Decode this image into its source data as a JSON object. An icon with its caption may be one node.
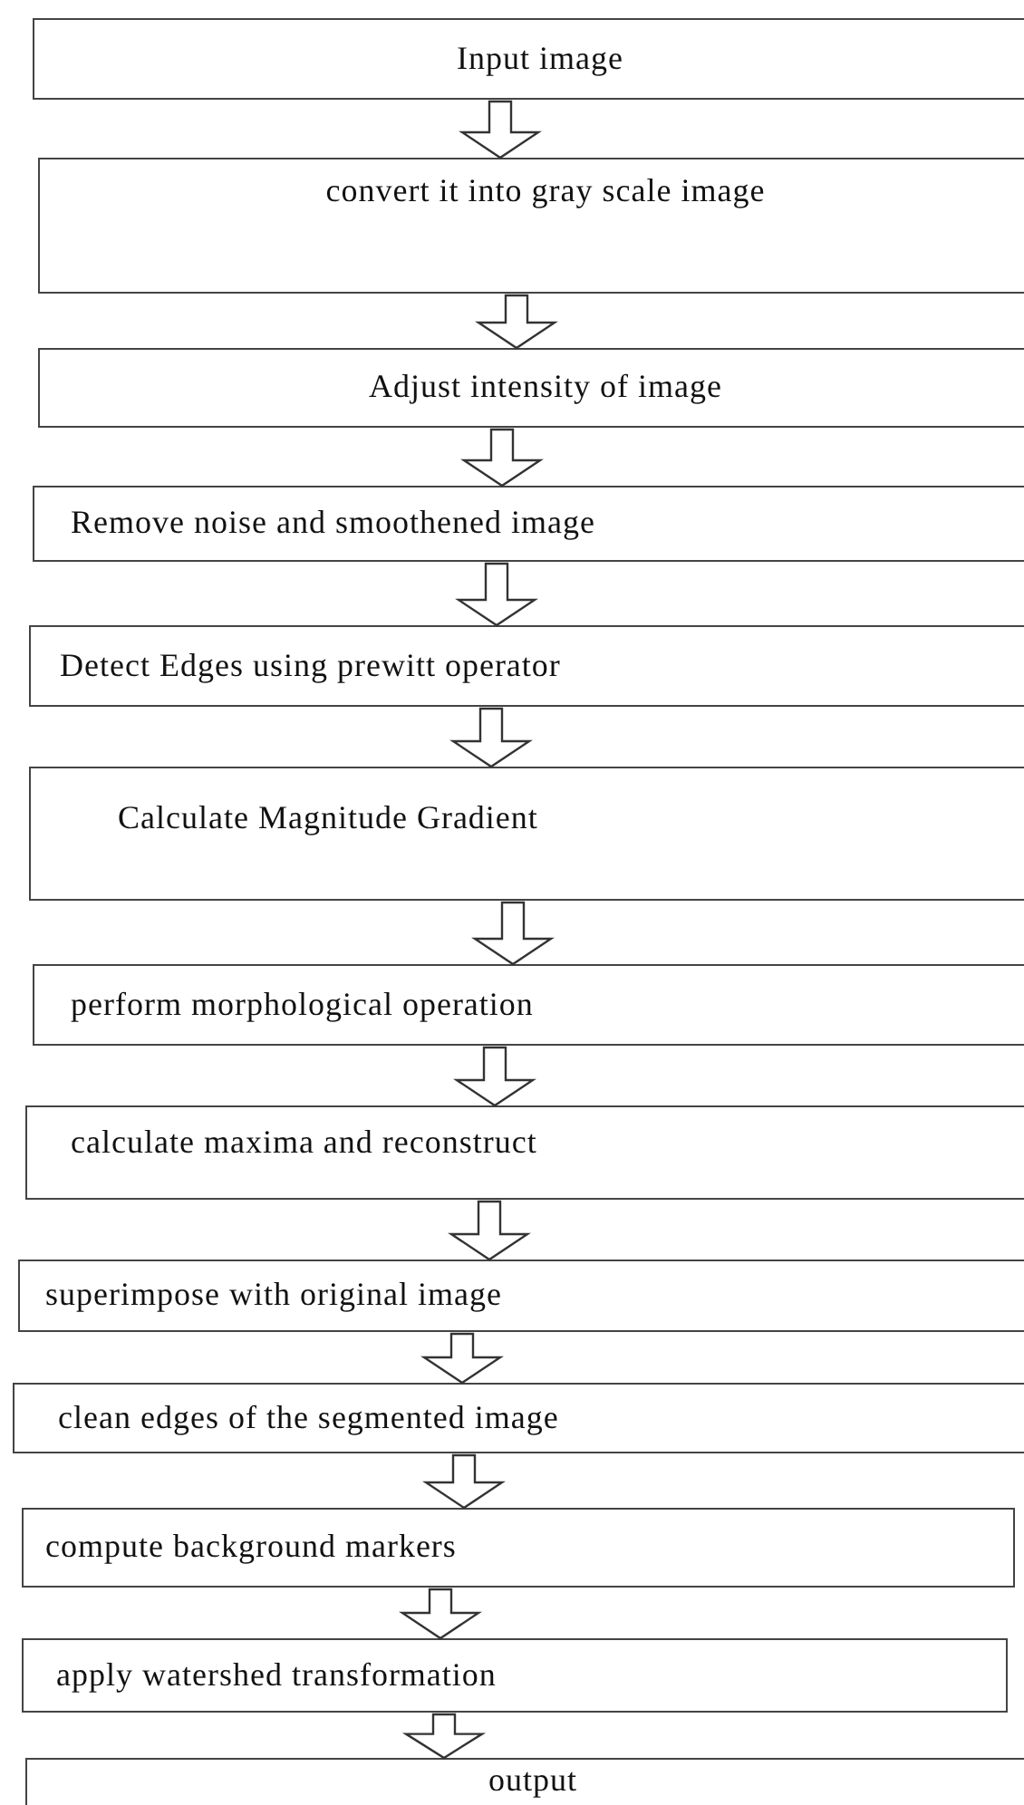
{
  "diagram": {
    "nodes": [
      {
        "text": [
          "Input image"
        ]
      },
      {
        "text": [
          "convert it into gray scale image"
        ]
      },
      {
        "text": [
          "Adjust intensity of image"
        ]
      },
      {
        "text": [
          "Remove noise and smoothened image"
        ]
      },
      {
        "text": [
          "Detect Edges using prewitt operator"
        ]
      },
      {
        "text": [
          "Calculate Magnitude Gradient"
        ]
      },
      {
        "text": [
          "perform morphological operation"
        ]
      },
      {
        "text": [
          "calculate maxima and reconstruct"
        ]
      },
      {
        "text": [
          "superimpose with original image"
        ]
      },
      {
        "text": [
          "clean edges of the segmented image"
        ]
      },
      {
        "text": [
          "compute background markers"
        ]
      },
      {
        "text": [
          "apply watershed transformation"
        ]
      },
      {
        "text": [
          "output"
        ]
      }
    ],
    "edges": [
      {
        "from": 0,
        "to": 1,
        "arrow": "to"
      },
      {
        "from": 1,
        "to": 2,
        "arrow": "to"
      },
      {
        "from": 2,
        "to": 3,
        "arrow": "to"
      },
      {
        "from": 3,
        "to": 4,
        "arrow": "to"
      },
      {
        "from": 4,
        "to": 5,
        "arrow": "to"
      },
      {
        "from": 5,
        "to": 6,
        "arrow": "to"
      },
      {
        "from": 6,
        "to": 7,
        "arrow": "to"
      },
      {
        "from": 7,
        "to": 8,
        "arrow": "to"
      },
      {
        "from": 8,
        "to": 9,
        "arrow": "to"
      },
      {
        "from": 9,
        "to": 10,
        "arrow": "to"
      },
      {
        "from": 10,
        "to": 11,
        "arrow": "to"
      },
      {
        "from": 11,
        "to": 12,
        "arrow": "to"
      }
    ]
  }
}
